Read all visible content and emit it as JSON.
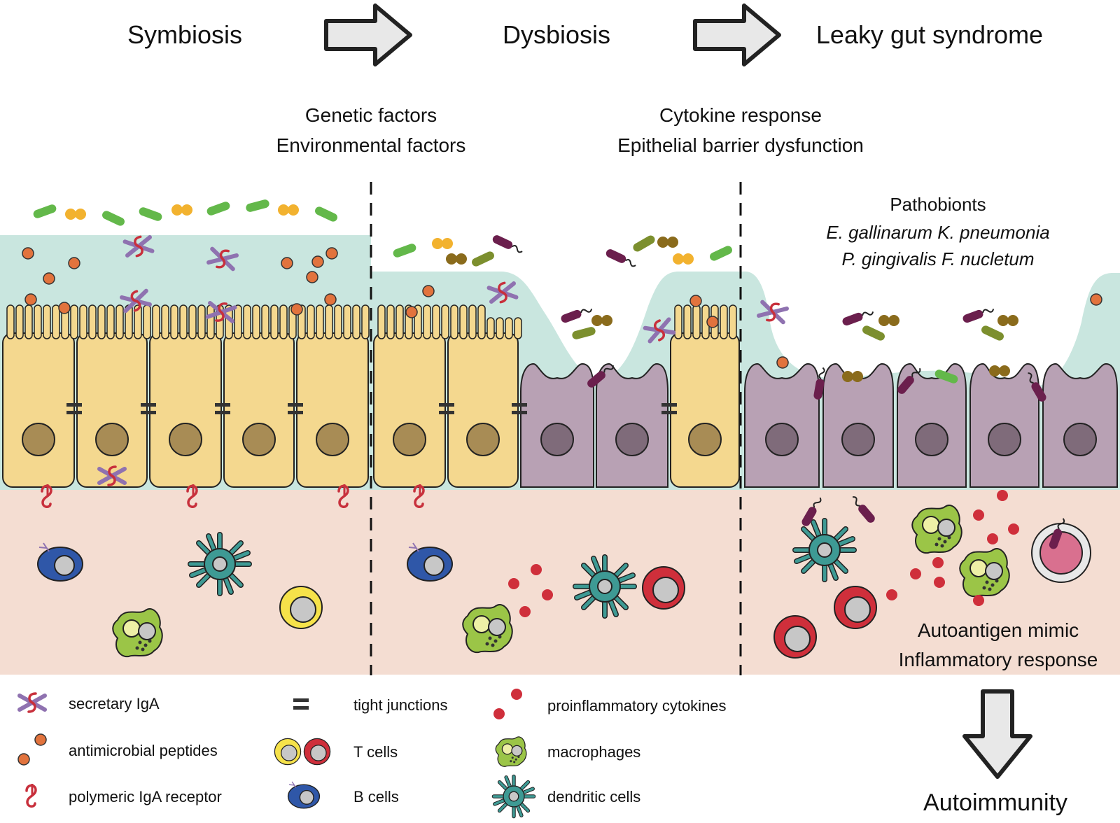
{
  "stages": {
    "symbiosis": "Symbiosis",
    "dysbiosis": "Dysbiosis",
    "leaky_gut": "Leaky gut syndrome"
  },
  "factors": {
    "left": [
      "Genetic factors",
      "Environmental factors"
    ],
    "right": [
      "Cytokine response",
      "Epithelial barrier dysfunction"
    ]
  },
  "pathobionts": {
    "title": "Pathobionts",
    "line1": "E. gallinarum K. pneumonia",
    "line2": "P. gingivalis F. nucletum"
  },
  "outcome": {
    "line1": "Autoantigen mimic",
    "line2": "Inflammatory response"
  },
  "legend": {
    "secretary_iga": "secretary IgA",
    "antimicrobial_peptides": "antimicrobial peptides",
    "polymeric_iga_receptor": "polymeric IgA receptor",
    "tight_junctions": "tight junctions",
    "t_cells": "T cells",
    "b_cells": "B cells",
    "proinflammatory_cytokines": "proinflammatory cytokines",
    "macrophages": "macrophages",
    "dendritic_cells": "dendritic cells"
  },
  "autoimmunity": "Autoimmunity",
  "colors": {
    "mucus": "#c9e6df",
    "lamina_propria": "#f4ddd2",
    "healthy_cell": "#f4d88f",
    "healthy_nucleus": "#a88c55",
    "leaky_cell": "#b8a1b4",
    "leaky_nucleus": "#7f6b7a",
    "peptide": "#e2733d",
    "cytokine": "#cf2f3b",
    "iga": "#8f72b0",
    "iga_link": "#c8303c",
    "green_bacterium": "#63b84a",
    "olive_bacterium": "#7c8f2e",
    "pathobiont": "#6b1f4d",
    "orange_diplococcus": "#f2b22f",
    "brown_diplococcus": "#8a6b1c",
    "b_cell": "#2f57a8",
    "t_cell_yellow": "#f6e24a",
    "t_cell_red": "#cf2f3b",
    "macrophage": "#9bc547",
    "dendritic": "#3e9a94"
  }
}
